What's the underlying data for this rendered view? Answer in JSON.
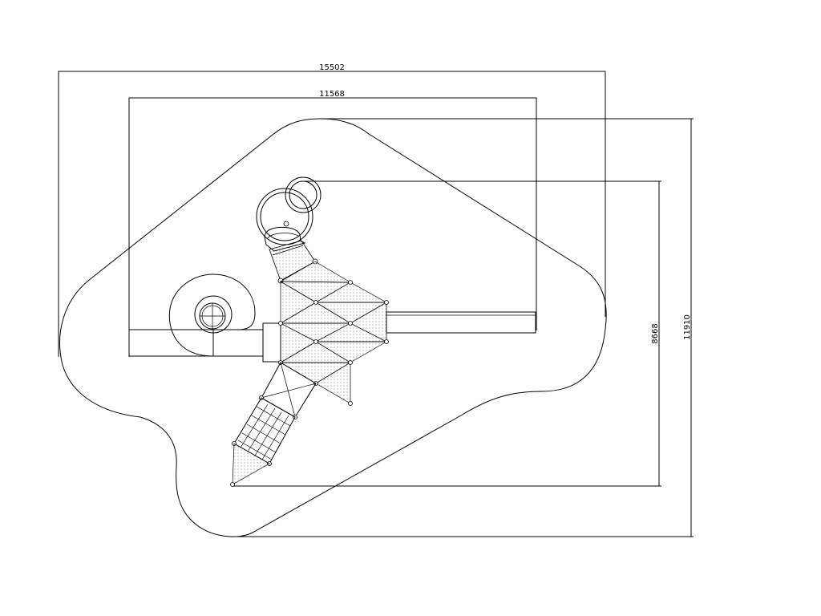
{
  "dimensions": {
    "overall_width": "15502",
    "frame_width": "11568",
    "structure_height": "8668",
    "overall_height": "11910"
  },
  "colors": {
    "line": "#000000",
    "background": "#ffffff"
  }
}
